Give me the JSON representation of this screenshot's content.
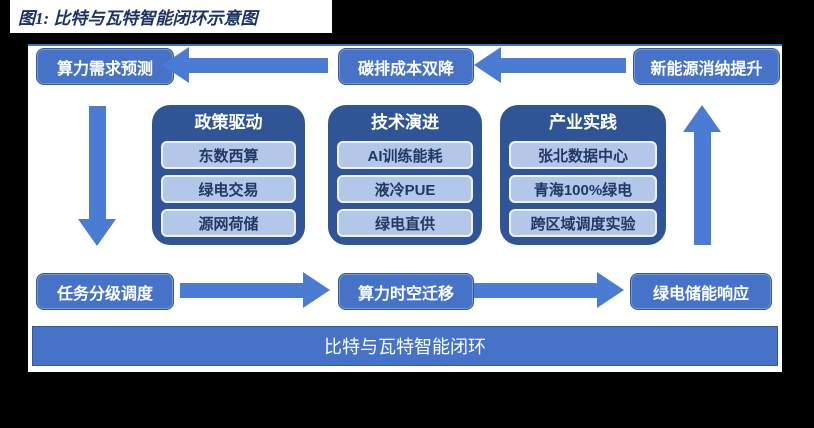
{
  "figure": {
    "title": "图1:  比特与瓦特智能闭环示意图"
  },
  "diagram": {
    "top_flow": {
      "direction": "left",
      "nodes": [
        "算力需求预测",
        "碳排成本双降",
        "新能源消纳提升"
      ]
    },
    "pillars": [
      {
        "header": "政策驱动",
        "items": [
          "东数西算",
          "绿电交易",
          "源网荷储"
        ]
      },
      {
        "header": "技术演进",
        "items": [
          "AI训练能耗",
          "液冷PUE",
          "绿电直供"
        ]
      },
      {
        "header": "产业实践",
        "items": [
          "张北数据中心",
          "青海100%绿电",
          "跨区域调度实验"
        ]
      }
    ],
    "bottom_flow": {
      "direction": "right",
      "nodes": [
        "任务分级调度",
        "算力时空迁移",
        "绿电储能响应"
      ]
    },
    "footer_bar": "比特与瓦特智能闭环",
    "colors": {
      "node_blue": "#4673c8",
      "arrow_blue": "#4a7cd4",
      "card_dark_blue": "#2f5597",
      "item_light_blue": "#b5c7e8",
      "item_text_navy": "#1f3864",
      "title_navy": "#1b3263",
      "background": "#000000",
      "panel_white": "#ffffff"
    }
  }
}
